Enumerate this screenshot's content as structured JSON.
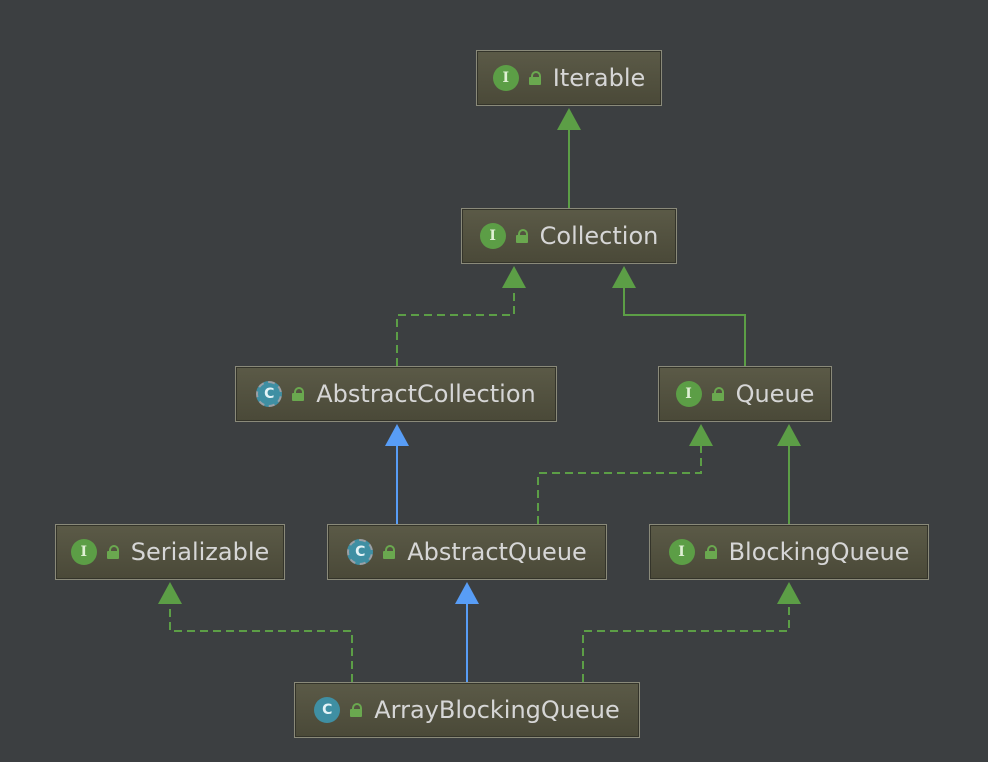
{
  "colors": {
    "background": "#3c3f41",
    "node_fill": "#54533f",
    "node_border": "#8a8a7a",
    "interface_badge": "#5c9e46",
    "class_badge": "#3f8fa3",
    "implements_edge": "#5c9e46",
    "extends_edge": "#589df6",
    "text": "#d6d6d6"
  },
  "nodes": {
    "iterable": {
      "kind": "I",
      "kind_icon": "interface-icon",
      "access_icon": "public-lock-icon",
      "label": "Iterable"
    },
    "collection": {
      "kind": "I",
      "kind_icon": "interface-icon",
      "access_icon": "public-lock-icon",
      "label": "Collection"
    },
    "abstract_collection": {
      "kind": "C",
      "kind_icon": "abstract-class-icon",
      "access_icon": "public-lock-icon",
      "label": "AbstractCollection"
    },
    "queue": {
      "kind": "I",
      "kind_icon": "interface-icon",
      "access_icon": "public-lock-icon",
      "label": "Queue"
    },
    "serializable": {
      "kind": "I",
      "kind_icon": "interface-icon",
      "access_icon": "public-lock-icon",
      "label": "Serializable"
    },
    "abstract_queue": {
      "kind": "C",
      "kind_icon": "abstract-class-icon",
      "access_icon": "public-lock-icon",
      "label": "AbstractQueue"
    },
    "blocking_queue": {
      "kind": "I",
      "kind_icon": "interface-icon",
      "access_icon": "public-lock-icon",
      "label": "BlockingQueue"
    },
    "array_blocking_queue": {
      "kind": "C",
      "kind_icon": "class-icon",
      "access_icon": "public-lock-icon",
      "label": "ArrayBlockingQueue"
    }
  },
  "edges": [
    {
      "from": "Collection",
      "to": "Iterable",
      "relation": "extends",
      "style": "solid",
      "color": "#5c9e46"
    },
    {
      "from": "AbstractCollection",
      "to": "Collection",
      "relation": "implements",
      "style": "dashed",
      "color": "#5c9e46"
    },
    {
      "from": "Queue",
      "to": "Collection",
      "relation": "extends",
      "style": "solid",
      "color": "#5c9e46"
    },
    {
      "from": "AbstractQueue",
      "to": "AbstractCollection",
      "relation": "extends",
      "style": "solid",
      "color": "#589df6"
    },
    {
      "from": "AbstractQueue",
      "to": "Queue",
      "relation": "implements",
      "style": "dashed",
      "color": "#5c9e46"
    },
    {
      "from": "BlockingQueue",
      "to": "Queue",
      "relation": "extends",
      "style": "solid",
      "color": "#5c9e46"
    },
    {
      "from": "ArrayBlockingQueue",
      "to": "Serializable",
      "relation": "implements",
      "style": "dashed",
      "color": "#5c9e46"
    },
    {
      "from": "ArrayBlockingQueue",
      "to": "AbstractQueue",
      "relation": "extends",
      "style": "solid",
      "color": "#589df6"
    },
    {
      "from": "ArrayBlockingQueue",
      "to": "BlockingQueue",
      "relation": "implements",
      "style": "dashed",
      "color": "#5c9e46"
    }
  ]
}
